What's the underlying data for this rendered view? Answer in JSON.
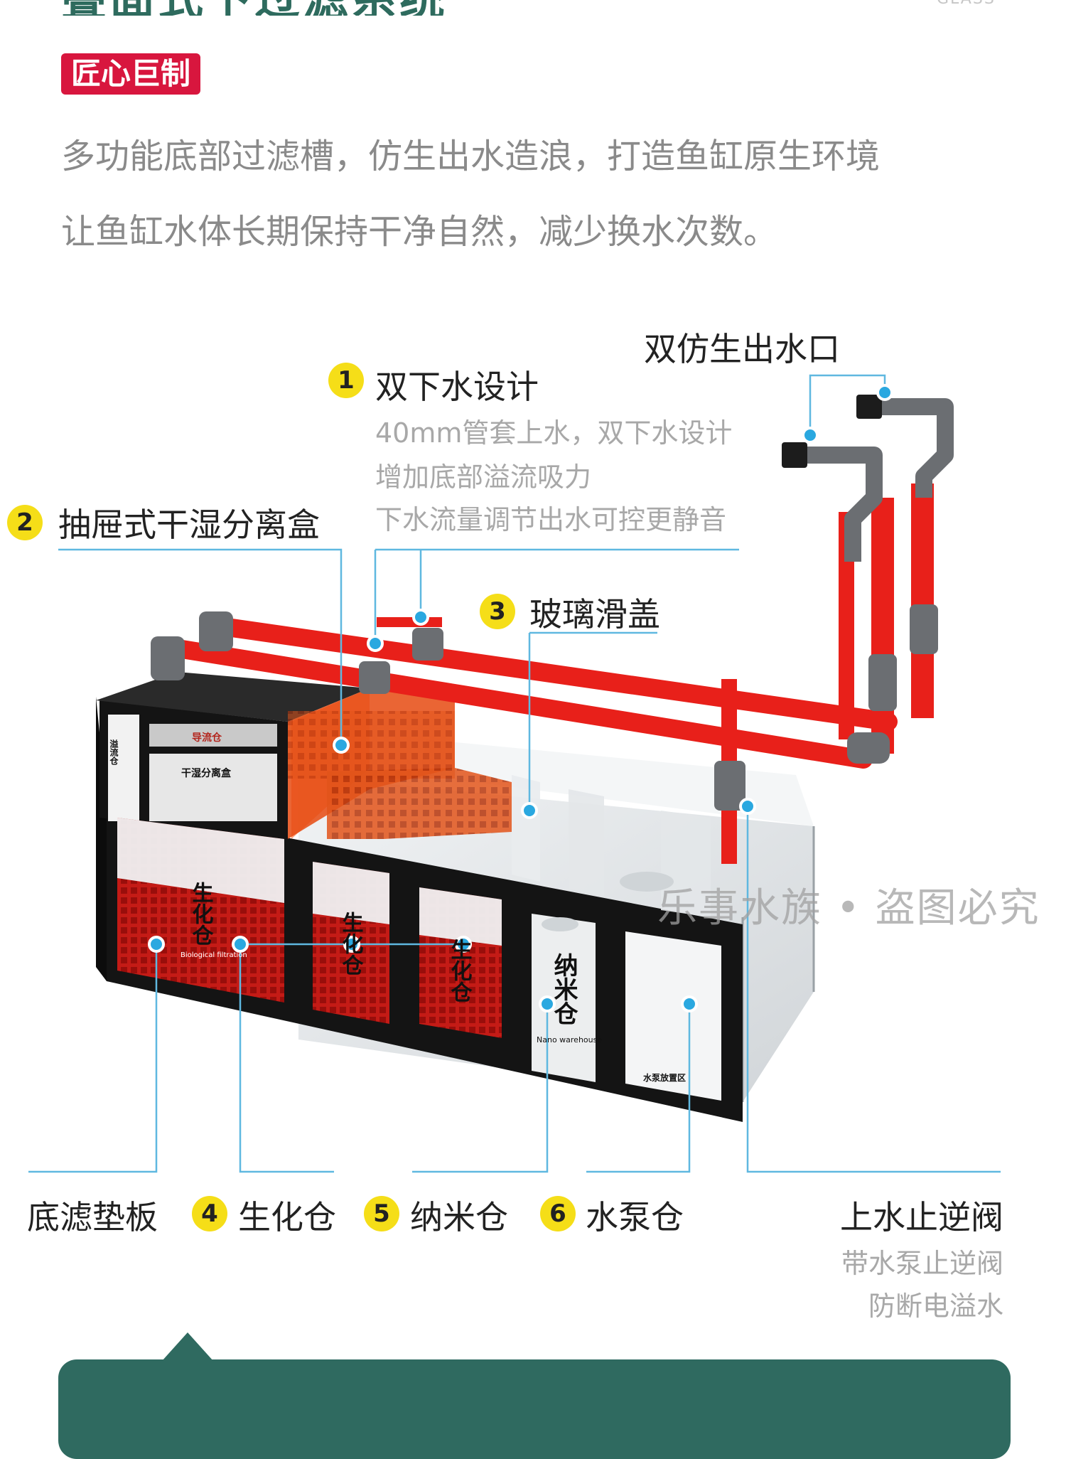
{
  "header": {
    "title": "叠面式下过滤系统",
    "brand_sub": "GLASS",
    "badge": "匠心巨制"
  },
  "intro": {
    "line1": "多功能底部过滤槽，仿生出水造浪，打造鱼缸原生环境",
    "line2": "让鱼缸水体长期保持干净自然，减少换水次数。"
  },
  "callouts": {
    "outlet": {
      "title": "双仿生出水口"
    },
    "c1": {
      "num": "1",
      "title": "双下水设计",
      "desc1": "40mm管套上水，双下水设计",
      "desc2": "增加底部溢流吸力",
      "desc3": "下水流量调节出水可控更静音"
    },
    "c2": {
      "num": "2",
      "title": "抽屉式干湿分离盒"
    },
    "c3": {
      "num": "3",
      "title": "玻璃滑盖"
    },
    "pad": {
      "title": "底滤垫板"
    },
    "c4": {
      "num": "4",
      "title": "生化仓"
    },
    "c5": {
      "num": "5",
      "title": "纳米仓"
    },
    "c6": {
      "num": "6",
      "title": "水泵仓"
    },
    "valve": {
      "title": "上水止逆阀",
      "desc1": "带水泵止逆阀",
      "desc2": "防断电溢水"
    }
  },
  "tank_labels": {
    "bio": "生化仓",
    "nano": "纳米仓",
    "bio_en": "Biological filtration",
    "nano_en": "Nano warehouse",
    "drawer": "干湿分离盒",
    "top_box": "导流仓",
    "pump": "水泵放置区",
    "side": "溢流仓"
  },
  "watermark": "乐事水族 • 盗图必究",
  "colors": {
    "pipe_red": "#e8201a",
    "pipe_gray": "#6b6e72",
    "dot_blue": "#2aa8e0",
    "line_blue": "#5fb8e0",
    "badge_red": "#d8163e",
    "num_yellow": "#f5de18",
    "bubble_green": "#2f6a60"
  }
}
